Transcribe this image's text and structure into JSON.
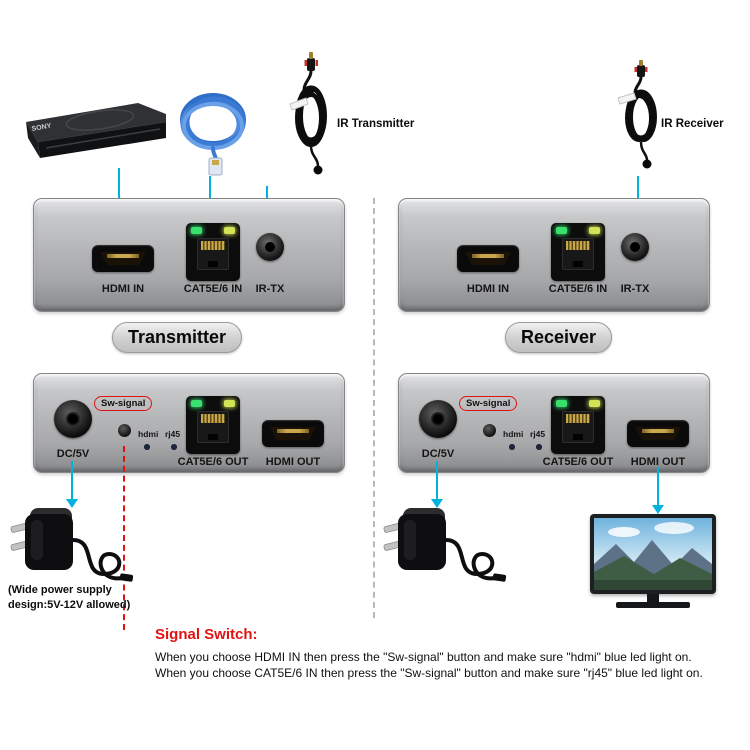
{
  "colors": {
    "accent": "#00b2dd",
    "warning_red": "#e01313",
    "panel_silver": "#b5b6b8"
  },
  "top": {
    "dvd_brand": "SONY",
    "ir_transmitter_label": "IR Transmitter",
    "ir_receiver_label": "IR Receiver"
  },
  "badges": {
    "transmitter": "Transmitter",
    "receiver": "Receiver"
  },
  "panels": {
    "tx_top": {
      "hdmi_in": "HDMI IN",
      "cat": "CAT5E/6 IN",
      "ir": "IR-TX"
    },
    "rx_top": {
      "hdmi_in": "HDMI IN",
      "cat": "CAT5E/6 IN",
      "ir": "IR-TX"
    },
    "tx_bottom": {
      "dc": "DC/5V",
      "sw": "Sw-signal",
      "led_hdmi": "hdmi",
      "led_rj45": "rj45",
      "cat": "CAT5E/6 OUT",
      "hdmi_out": "HDMI OUT"
    },
    "rx_bottom": {
      "dc": "DC/5V",
      "sw": "Sw-signal",
      "led_hdmi": "hdmi",
      "led_rj45": "rj45",
      "cat": "CAT5E/6 OUT",
      "hdmi_out": "HDMI OUT"
    }
  },
  "notes": {
    "power_line1": "(Wide power supply",
    "power_line2": "design:5V-12V allowed)",
    "signal_title": "Signal Switch:",
    "signal_line1": "When you choose HDMI IN then press the \"Sw-signal\" button and make sure \"hdmi\" blue led light on.",
    "signal_line2": "When you choose CAT5E/6 IN then press the \"Sw-signal\" button and make sure \"rj45\" blue led light on."
  }
}
